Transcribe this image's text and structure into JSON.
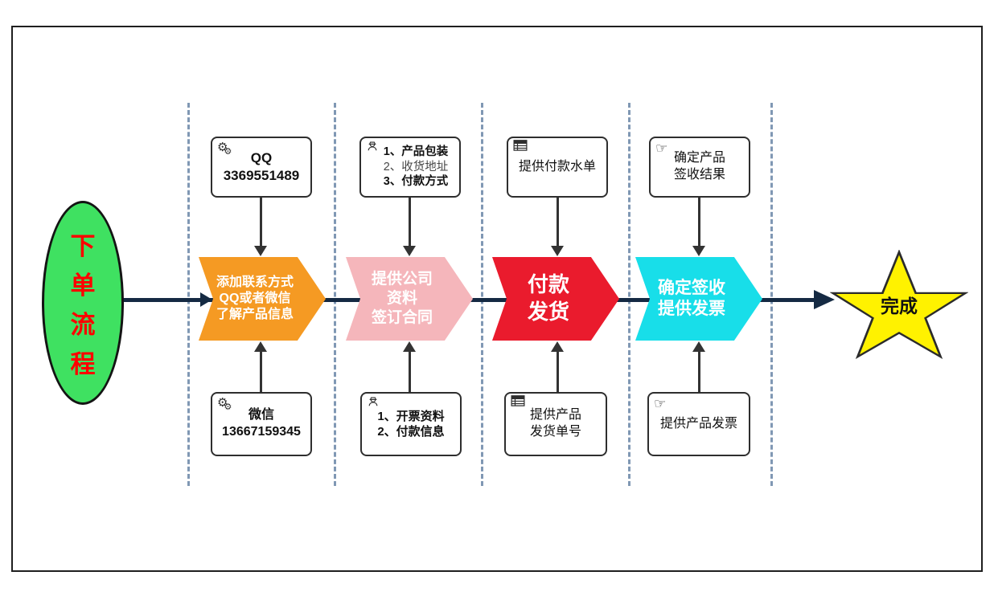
{
  "diagram": {
    "start_label": "下单流程",
    "start_label_chars": [
      "下",
      "单",
      "流",
      "程"
    ],
    "stages": [
      {
        "chevron_lines": [
          "添加联系方式",
          "QQ或者微信",
          "了解产品信息"
        ],
        "chevron_color": "#F59A23",
        "top_note": {
          "icon": "gears-icon",
          "lines": [
            "QQ",
            "3369551489"
          ]
        },
        "bottom_note": {
          "icon": "gears-icon",
          "lines": [
            "微信",
            "13667159345"
          ]
        }
      },
      {
        "chevron_lines": [
          "提供公司",
          "资料",
          "签订合同"
        ],
        "chevron_color": "#F5B6BB",
        "top_note": {
          "icon": "worker-icon",
          "lines": [
            "1、产品包装",
            "2、收货地址",
            "3、付款方式"
          ]
        },
        "bottom_note": {
          "icon": "worker-icon",
          "lines": [
            "1、开票资料",
            "2、付款信息"
          ]
        }
      },
      {
        "chevron_lines": [
          "付款",
          "发货"
        ],
        "chevron_color": "#EA1B2D",
        "top_note": {
          "icon": "table-icon",
          "lines": [
            "提供付款水单"
          ]
        },
        "bottom_note": {
          "icon": "table-icon",
          "lines": [
            "提供产品",
            "发货单号"
          ]
        }
      },
      {
        "chevron_lines": [
          "确定签收",
          "提供发票"
        ],
        "chevron_color": "#18DEE9",
        "top_note": {
          "icon": "pointing-hand-icon",
          "lines": [
            "确定产品",
            "签收结果"
          ]
        },
        "bottom_note": {
          "icon": "pointing-hand-icon",
          "lines": [
            "提供产品发票"
          ]
        }
      }
    ],
    "end_label": "完成"
  },
  "colors": {
    "main_line": "#152A43",
    "dashed_guide": "#8098B4",
    "start_fill": "#3FE161",
    "start_text": "#FF0000",
    "star_fill": "#FFF200",
    "stage_colors": [
      "#F59A23",
      "#F5B6BB",
      "#EA1B2D",
      "#18DEE9"
    ]
  }
}
